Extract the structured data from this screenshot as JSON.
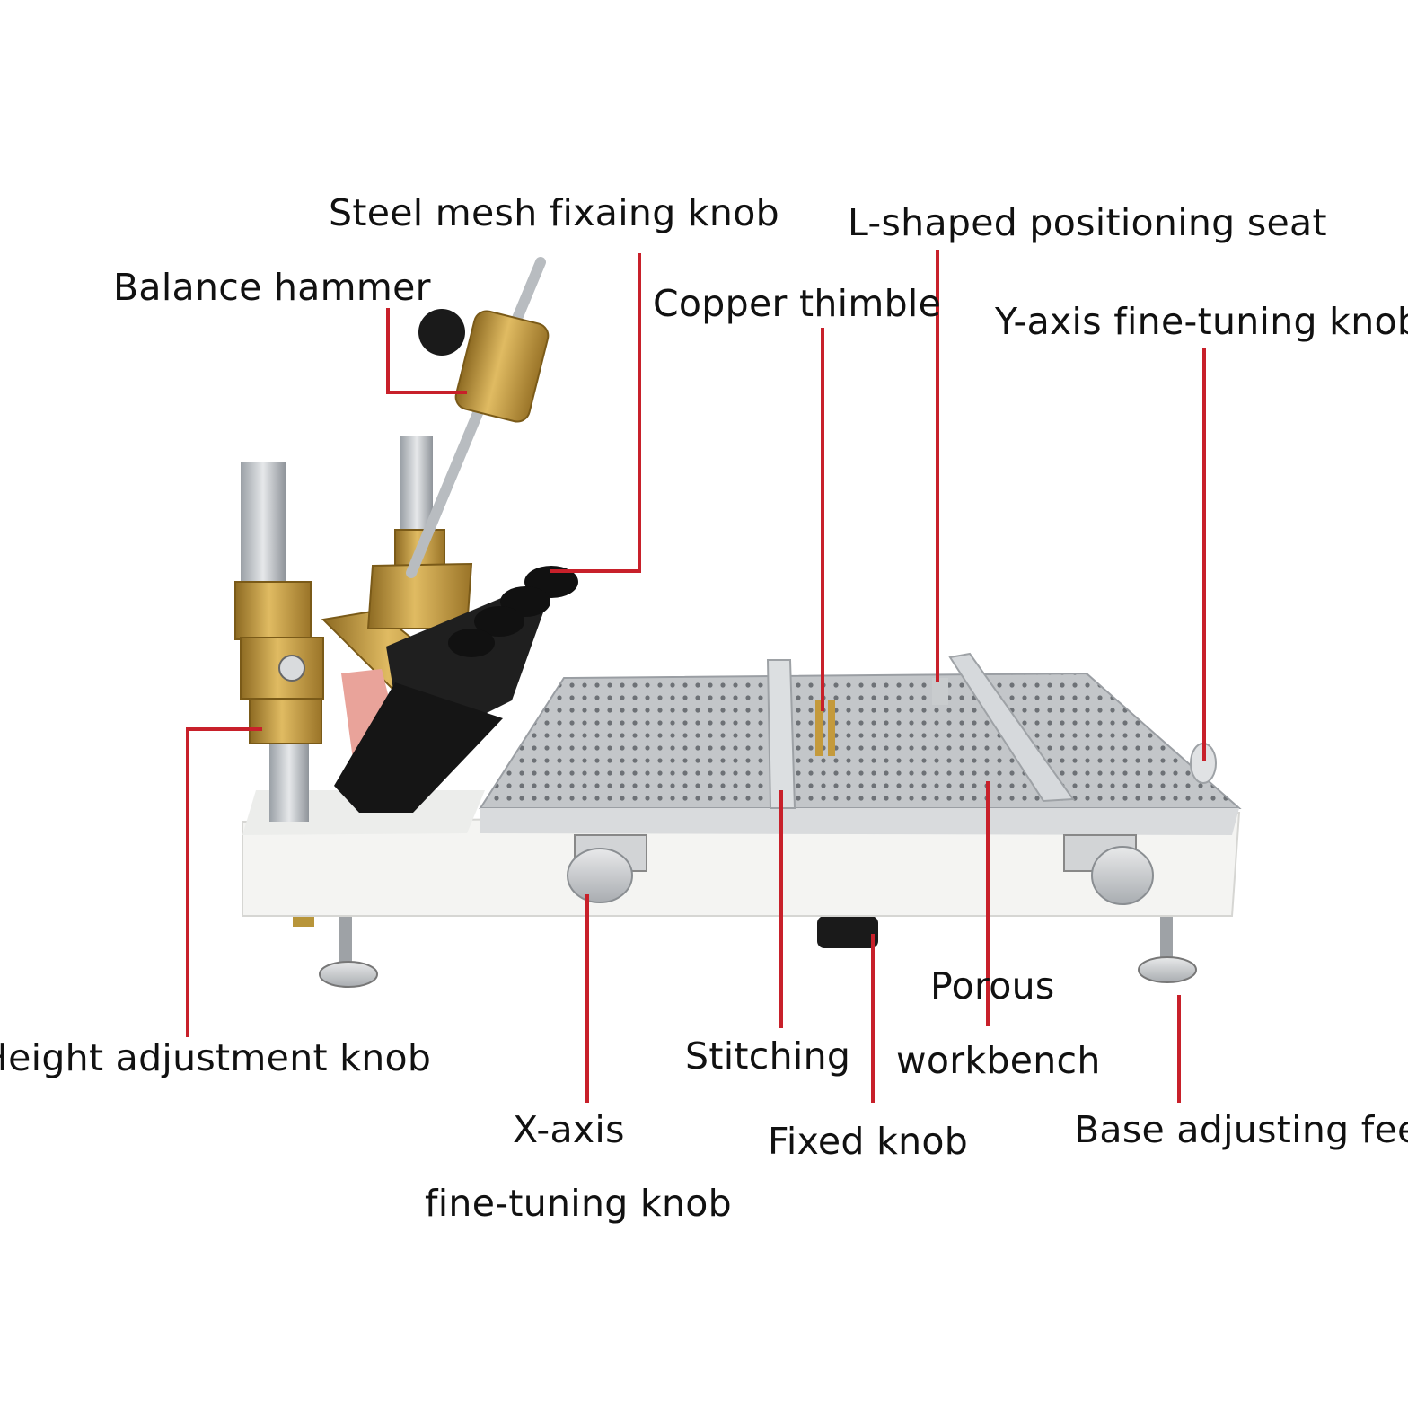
{
  "colors": {
    "leader_line": "#c8202a",
    "brass": "#c49a3c",
    "aluminum": "#b9bcbf",
    "base_white": "#f4f4f2",
    "knob_black": "#1a1a1a"
  },
  "labels": {
    "steel_mesh_knob": "Steel mesh fixaing knob",
    "l_shaped_seat": "L-shaped positioning seat",
    "balance_hammer": "Balance hammer",
    "copper_thimble": "Copper thimble",
    "y_axis_knob": "Y-axis fine-tuning knob",
    "height_knob": "Height adjustment knob",
    "stitching": "Stitching",
    "porous_line1": "Porous",
    "porous_line2": "workbench",
    "x_axis_line1": "X-axis",
    "x_axis_line2": "fine-tuning knob",
    "fixed_knob": "Fixed knob",
    "base_feet": "Base adjusting feet"
  }
}
